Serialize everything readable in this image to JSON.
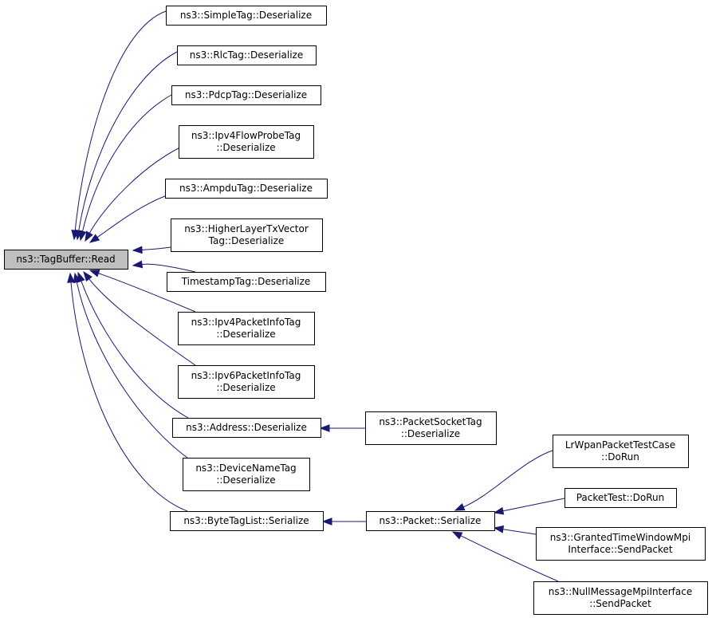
{
  "graph": {
    "nodes": [
      {
        "id": "root",
        "lines": [
          "ns3::TagBuffer::Read"
        ]
      },
      {
        "id": "n1",
        "lines": [
          "ns3::SimpleTag::Deserialize"
        ]
      },
      {
        "id": "n2",
        "lines": [
          "ns3::RlcTag::Deserialize"
        ]
      },
      {
        "id": "n3",
        "lines": [
          "ns3::PdcpTag::Deserialize"
        ]
      },
      {
        "id": "n4",
        "lines": [
          "ns3::Ipv4FlowProbeTag",
          "::Deserialize"
        ]
      },
      {
        "id": "n5",
        "lines": [
          "ns3::AmpduTag::Deserialize"
        ]
      },
      {
        "id": "n6",
        "lines": [
          "ns3::HigherLayerTxVector",
          "Tag::Deserialize"
        ]
      },
      {
        "id": "n7",
        "lines": [
          "TimestampTag::Deserialize"
        ]
      },
      {
        "id": "n8",
        "lines": [
          "ns3::Ipv4PacketInfoTag",
          "::Deserialize"
        ]
      },
      {
        "id": "n9",
        "lines": [
          "ns3::Ipv6PacketInfoTag",
          "::Deserialize"
        ]
      },
      {
        "id": "n10",
        "lines": [
          "ns3::Address::Deserialize"
        ]
      },
      {
        "id": "n11",
        "lines": [
          "ns3::DeviceNameTag",
          "::Deserialize"
        ]
      },
      {
        "id": "n12",
        "lines": [
          "ns3::ByteTagList::Serialize"
        ]
      },
      {
        "id": "n13",
        "lines": [
          "ns3::PacketSocketTag",
          "::Deserialize"
        ]
      },
      {
        "id": "n14",
        "lines": [
          "ns3::Packet::Serialize"
        ]
      },
      {
        "id": "n15",
        "lines": [
          "LrWpanPacketTestCase",
          "::DoRun"
        ]
      },
      {
        "id": "n16",
        "lines": [
          "PacketTest::DoRun"
        ]
      },
      {
        "id": "n17",
        "lines": [
          "ns3::GrantedTimeWindowMpi",
          "Interface::SendPacket"
        ]
      },
      {
        "id": "n18",
        "lines": [
          "ns3::NullMessageMpiInterface",
          "::SendPacket"
        ]
      }
    ],
    "edges": [
      {
        "from": "n1",
        "to": "root"
      },
      {
        "from": "n2",
        "to": "root"
      },
      {
        "from": "n3",
        "to": "root"
      },
      {
        "from": "n4",
        "to": "root"
      },
      {
        "from": "n5",
        "to": "root"
      },
      {
        "from": "n6",
        "to": "root"
      },
      {
        "from": "n7",
        "to": "root"
      },
      {
        "from": "n8",
        "to": "root"
      },
      {
        "from": "n9",
        "to": "root"
      },
      {
        "from": "n10",
        "to": "root"
      },
      {
        "from": "n11",
        "to": "root"
      },
      {
        "from": "n12",
        "to": "root"
      },
      {
        "from": "n13",
        "to": "n10"
      },
      {
        "from": "n14",
        "to": "n12"
      },
      {
        "from": "n15",
        "to": "n14"
      },
      {
        "from": "n16",
        "to": "n14"
      },
      {
        "from": "n17",
        "to": "n14"
      },
      {
        "from": "n18",
        "to": "n14"
      }
    ],
    "colors": {
      "edge": "#191970",
      "root_fill": "#bfbfbf",
      "node_fill": "#ffffff",
      "border": "#000000"
    }
  }
}
